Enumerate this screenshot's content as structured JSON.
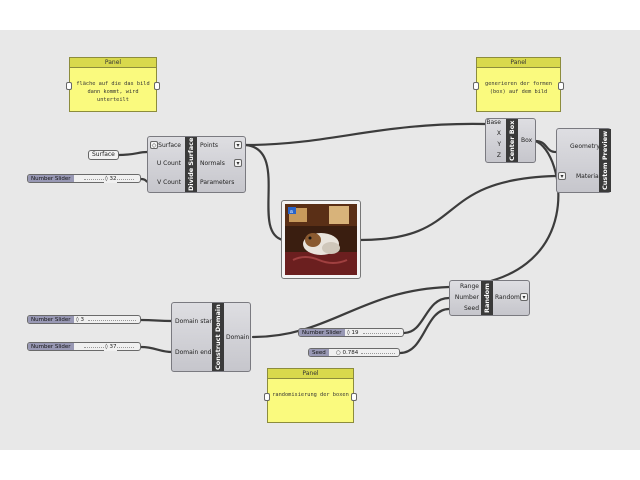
{
  "panels": {
    "top_left": {
      "title": "Panel",
      "text": "fläche auf die das bild dann kommt, wird unterteilt"
    },
    "top_right": {
      "title": "Panel",
      "text": "generieren der formen (box) auf dem bild"
    },
    "bottom": {
      "title": "Panel",
      "text": "randomisierung der boxen"
    }
  },
  "divide_surface": {
    "name": "Divide Surface",
    "inputs": [
      "Surface",
      "U Count",
      "V Count"
    ],
    "outputs": [
      "Points",
      "Normals",
      "Parameters"
    ]
  },
  "surface_param": {
    "label": "Surface"
  },
  "slider_v": {
    "label": "Number Slider",
    "value": "◊ 32"
  },
  "center_box": {
    "name": "Center Box",
    "inputs": [
      "Base",
      "X",
      "Y",
      "Z"
    ],
    "output": "Box"
  },
  "custom_preview": {
    "name": "Custom Preview",
    "inputs": [
      "Geometry",
      "Material"
    ]
  },
  "construct_domain": {
    "name": "Construct Domain",
    "inputs": [
      "Domain start",
      "Domain end"
    ],
    "output": "Domain"
  },
  "slider_start": {
    "label": "Number Slider",
    "value": "◊ 3"
  },
  "slider_end": {
    "label": "Number Slider",
    "value": "◊ 37"
  },
  "random": {
    "name": "Random",
    "inputs": [
      "Range",
      "Number",
      "Seed"
    ],
    "output": "Random"
  },
  "slider_number": {
    "label": "Number Slider",
    "value": "◊ 19"
  },
  "slider_seed": {
    "label": "Seed",
    "value": "○ 0.784"
  },
  "image": {
    "badge": "a"
  },
  "colors": {
    "canvas": "#e8e8e8",
    "panel": "#fafa7e",
    "component": "#c6c6cc",
    "wire": "#3c3c3c"
  }
}
